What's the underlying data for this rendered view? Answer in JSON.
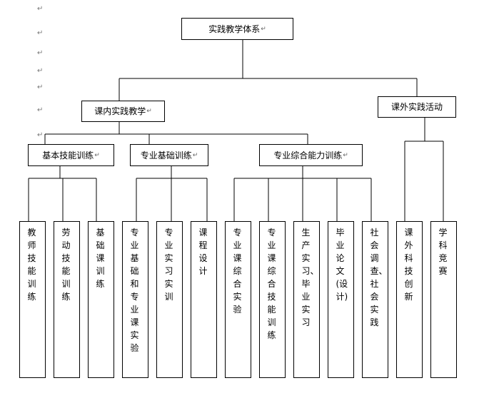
{
  "paragraph_marks": [
    "↵",
    "↵",
    "↵",
    "↵",
    "↵",
    "↵",
    "↵"
  ],
  "root": {
    "label": "实践教学体系"
  },
  "inner": {
    "label": "课内实践教学"
  },
  "outer": {
    "label": "课外实践活动"
  },
  "groups": {
    "basic": "基本技能训练",
    "professional": "专业基础训练",
    "comprehensive": "专业综合能力训练"
  },
  "leaves": {
    "teacher_skill": "教师技能训练",
    "labor_skill": "劳动技能训练",
    "basic_course": "基础课训练",
    "prof_experiment": "专业基础和专业课实验",
    "prof_practice": "专业实习实训",
    "course_design": "课程设计",
    "comp_experiment": "专业课综合实验",
    "comp_skill": "专业课综合技能训练",
    "production_practice": "生产实习、毕业实习",
    "thesis": "毕业论文(设计)",
    "social_survey": "社会调查、社会实践",
    "innovation": "课外科技创新",
    "competition": "学科竞赛"
  }
}
